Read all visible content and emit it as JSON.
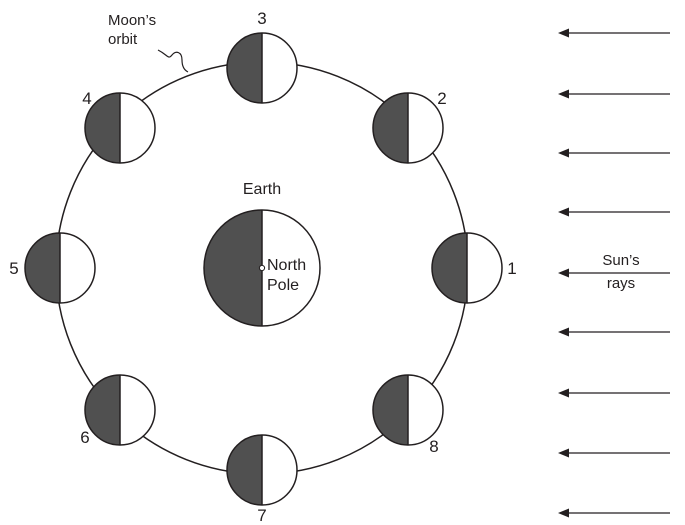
{
  "labels": {
    "orbit_line1": "Moon’s",
    "orbit_line2": "orbit",
    "earth": "Earth",
    "pole_line1": "North",
    "pole_line2": "Pole",
    "sun_line1": "Sun’s",
    "sun_line2": "rays"
  },
  "moon_positions": [
    {
      "number": "1"
    },
    {
      "number": "2"
    },
    {
      "number": "3"
    },
    {
      "number": "4"
    },
    {
      "number": "5"
    },
    {
      "number": "6"
    },
    {
      "number": "7"
    },
    {
      "number": "8"
    }
  ],
  "colors": {
    "dark_side": "#505050",
    "lit_side": "#ffffff",
    "stroke": "#231f20"
  }
}
